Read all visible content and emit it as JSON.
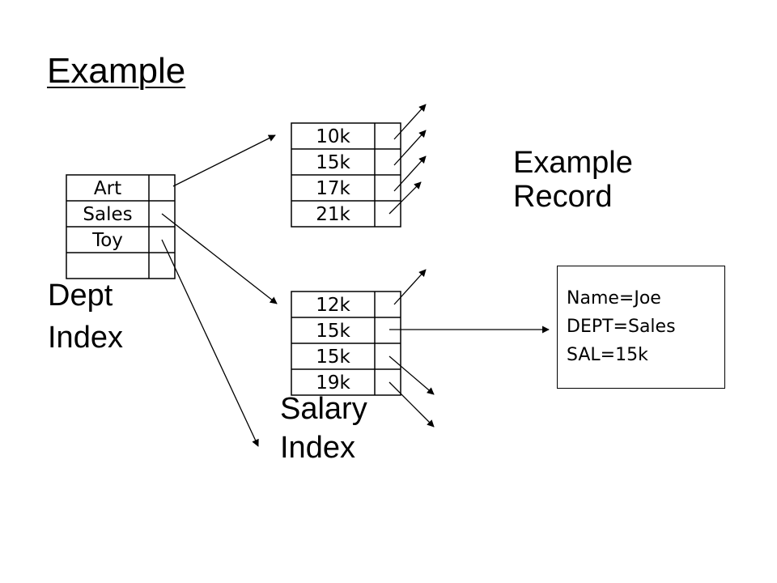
{
  "title": "Example",
  "dept_index": {
    "label_line1": "Dept",
    "label_line2": "Index",
    "entries": [
      "Art",
      "Sales",
      "Toy",
      ""
    ]
  },
  "salary_index_top": {
    "entries": [
      "10k",
      "15k",
      "17k",
      "21k"
    ]
  },
  "salary_index_bottom": {
    "entries": [
      "12k",
      "15k",
      "15k",
      "19k"
    ],
    "label_line1": "Salary",
    "label_line2": "Index"
  },
  "example_record": {
    "label_line1": "Example",
    "label_line2": "Record",
    "fields": [
      "Name=Joe",
      "DEPT=Sales",
      "SAL=15k"
    ]
  }
}
